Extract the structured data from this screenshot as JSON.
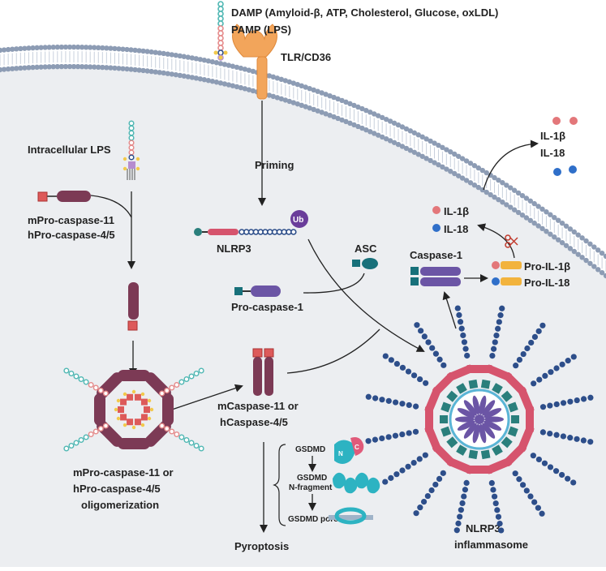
{
  "labels": {
    "damp": "DAMP (Amyloid-β, ATP, Cholesterol, Glucose, oxLDL)",
    "pamp": "PAMP (LPS)",
    "receptor": "TLR/CD36",
    "priming": "Priming",
    "intracellular_lps": "Intracellular LPS",
    "mpro_casp11": "mPro-caspase-11",
    "hpro_casp45": "hPro-caspase-4/5",
    "nlrp3": "NLRP3",
    "ub": "Ub",
    "asc": "ASC",
    "pro_casp1": "Pro-caspase-1",
    "caspase1": "Caspase-1",
    "il1b_out": "IL-1β",
    "il18_out": "IL-18",
    "il1b_in": "IL-1β",
    "il18_in": "IL-18",
    "pro_il1b": "Pro-IL-1β",
    "pro_il18": "Pro-IL-18",
    "mcasp11_line1": "mCaspase-11 or",
    "mcasp11_line2": "hCaspase-4/5",
    "gsdmd": "GSDMD",
    "gsdmd_nfrag_line1": "GSDMD",
    "gsdmd_nfrag_line2": "N-fragment",
    "gsdmd_pore": "GSDMD pore",
    "n_letter": "N",
    "c_letter": "C",
    "oligo_line1": "mPro-caspase-11 or",
    "oligo_line2": "hPro-caspase-4/5",
    "oligo_line3": "oligomerization",
    "pyroptosis": "Pyroptosis",
    "inflammasome_line1": "NLRP3",
    "inflammasome_line2": "inflammasome"
  },
  "colors": {
    "cytoplasm": "#eceef1",
    "membrane_head": "#8d9cb4",
    "arrow": "#222222",
    "nlrp3_beads": "#2d4e8a",
    "nlrp3_pink": "#d6546d",
    "nlrp3_teal": "#2a7f7c",
    "ub": "#6a3d9a",
    "asc_teal": "#17707a",
    "caspase_purple": "#6b55a5",
    "caspase11_maroon": "#7c3a55",
    "caspase_red_cap": "#dd5a5a",
    "pro_il_orange": "#f2b33d",
    "il1b_dot": "#e3777a",
    "il18_dot": "#2f6fc9",
    "gsdmd_teal": "#2db3c2"
  }
}
